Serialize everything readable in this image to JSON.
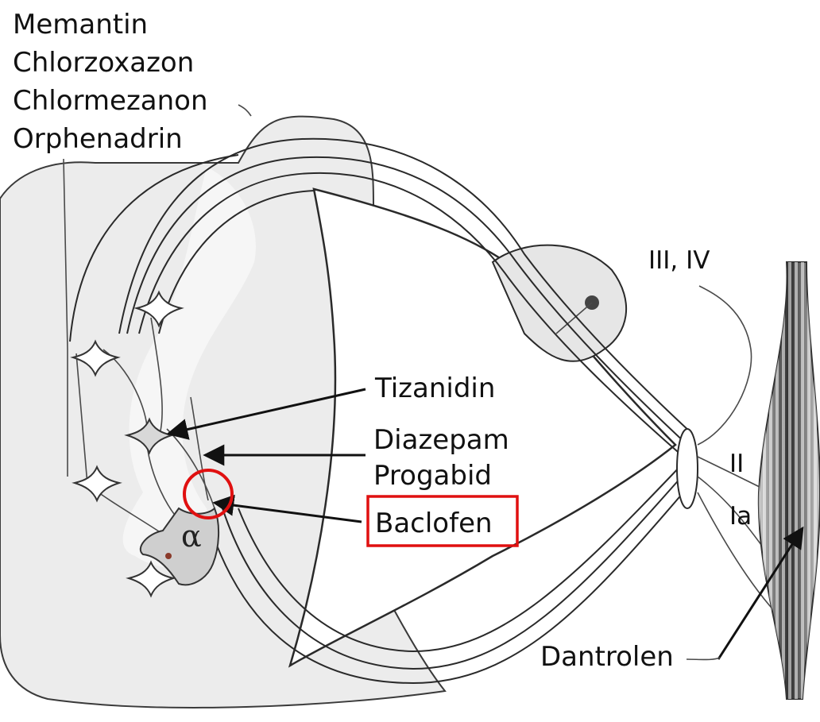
{
  "drugs_top": [
    "Memantin",
    "Chlorzoxazon",
    "Chlormezanon",
    "Orphenadrin"
  ],
  "labels": {
    "tizanidin": "Tizanidin",
    "diazepam": "Diazepam",
    "progabid": "Progabid",
    "baclofen": "Baclofen",
    "dantrolen": "Dantrolen",
    "fibers_iii_iv": "III, IV",
    "fiber_ii": "II",
    "fiber_ia": "Ia",
    "alpha": "α"
  },
  "highlight": {
    "color": "#e01010",
    "target": "Baclofen"
  }
}
